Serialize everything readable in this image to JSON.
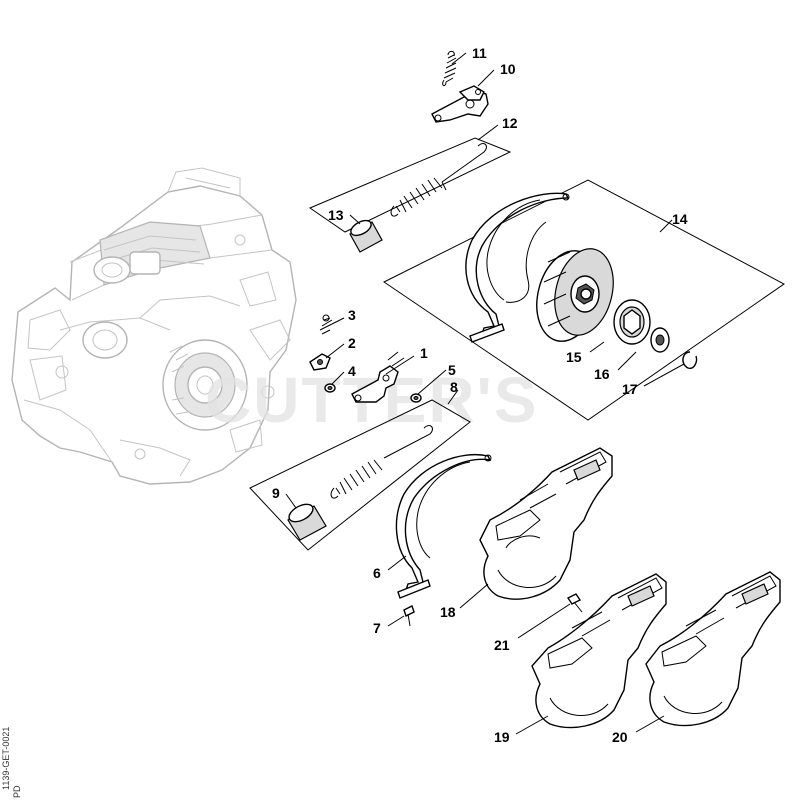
{
  "diagram": {
    "watermark": "CUTTER'S",
    "drawing_code": "1139-GET-0021",
    "drawing_code_suffix": "PD",
    "callouts": [
      "1",
      "2",
      "3",
      "4",
      "5",
      "6",
      "7",
      "8",
      "9",
      "10",
      "11",
      "12",
      "13",
      "14",
      "15",
      "16",
      "17",
      "18",
      "19",
      "20",
      "21"
    ]
  },
  "colors": {
    "line": "#000000",
    "engine_line": "#b4b4b4",
    "watermark": "#e2e2e2",
    "background": "#ffffff"
  }
}
